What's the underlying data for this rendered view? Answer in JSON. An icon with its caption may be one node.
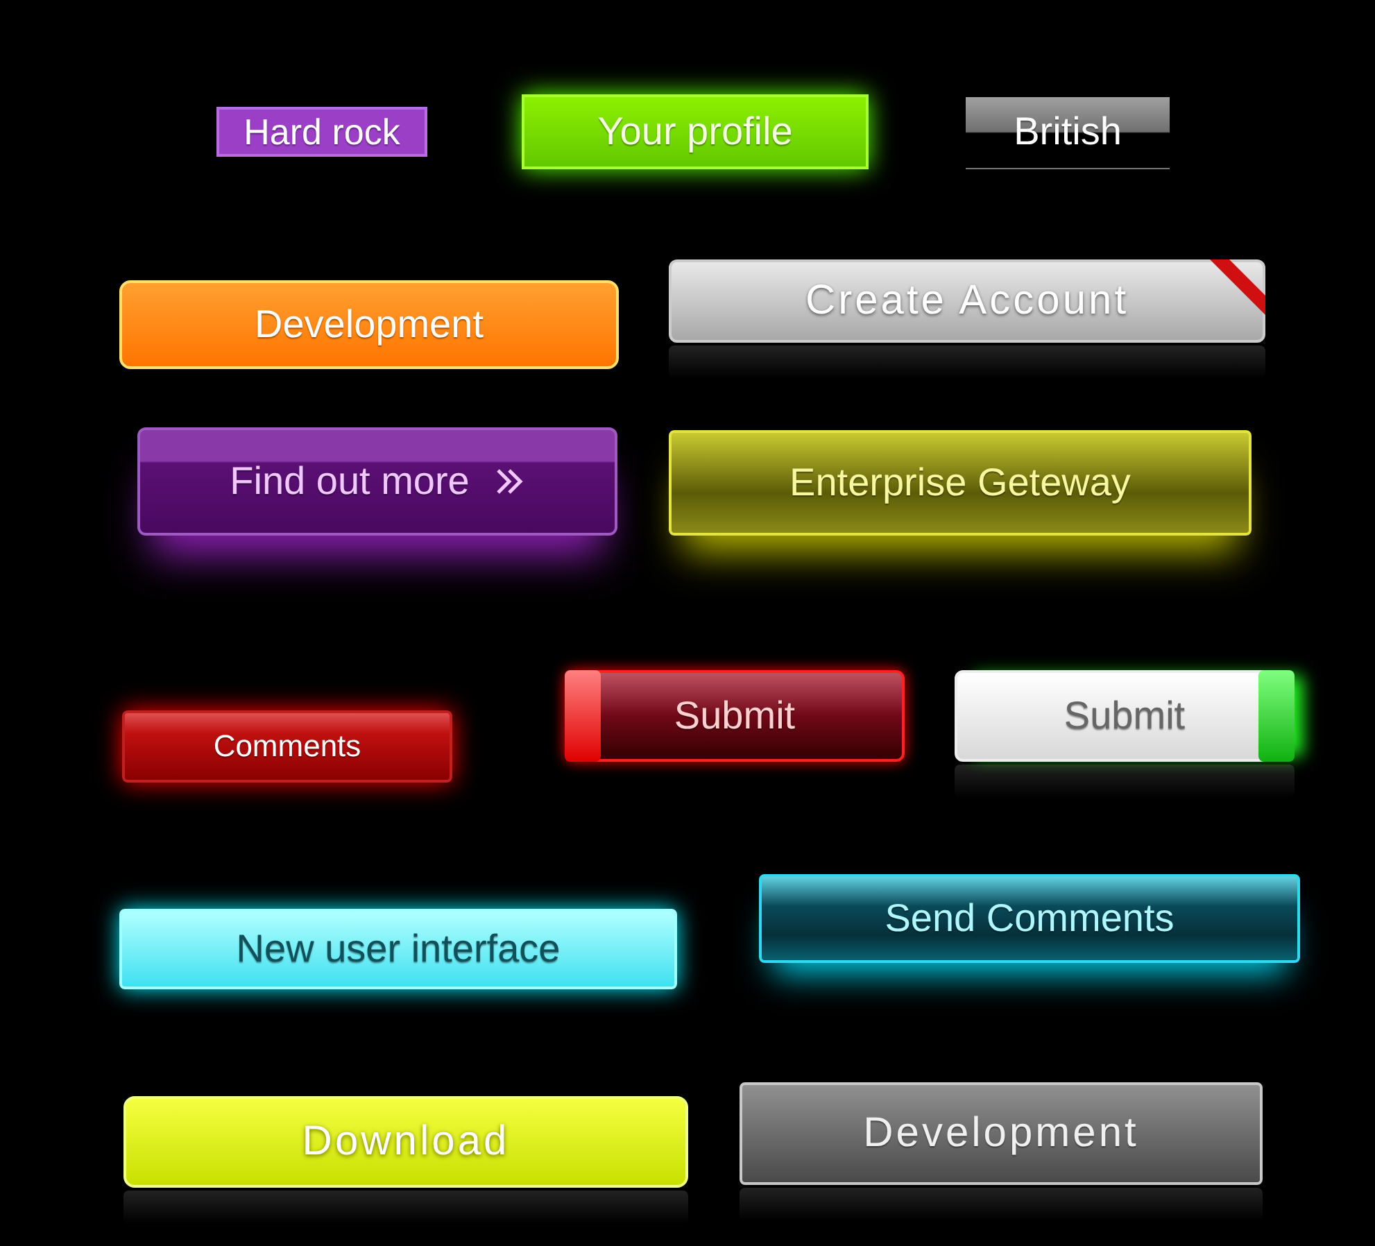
{
  "diagram": {
    "nodes": [
      {
        "text": [
          "Hard rock"
        ]
      },
      {
        "text": [
          "Your profile"
        ]
      },
      {
        "text": [
          "British"
        ]
      },
      {
        "text": [
          "Development"
        ]
      },
      {
        "text": [
          "Create Account"
        ]
      },
      {
        "text": [
          "Find out more"
        ]
      },
      {
        "text": [
          "Enterprise Geteway"
        ]
      },
      {
        "text": [
          "Comments"
        ]
      },
      {
        "text": [
          "Submit"
        ]
      },
      {
        "text": [
          "Submit"
        ]
      },
      {
        "text": [
          "New user interface"
        ]
      },
      {
        "text": [
          "Send Comments"
        ]
      },
      {
        "text": [
          "Download"
        ]
      },
      {
        "text": [
          "Development"
        ]
      }
    ]
  }
}
